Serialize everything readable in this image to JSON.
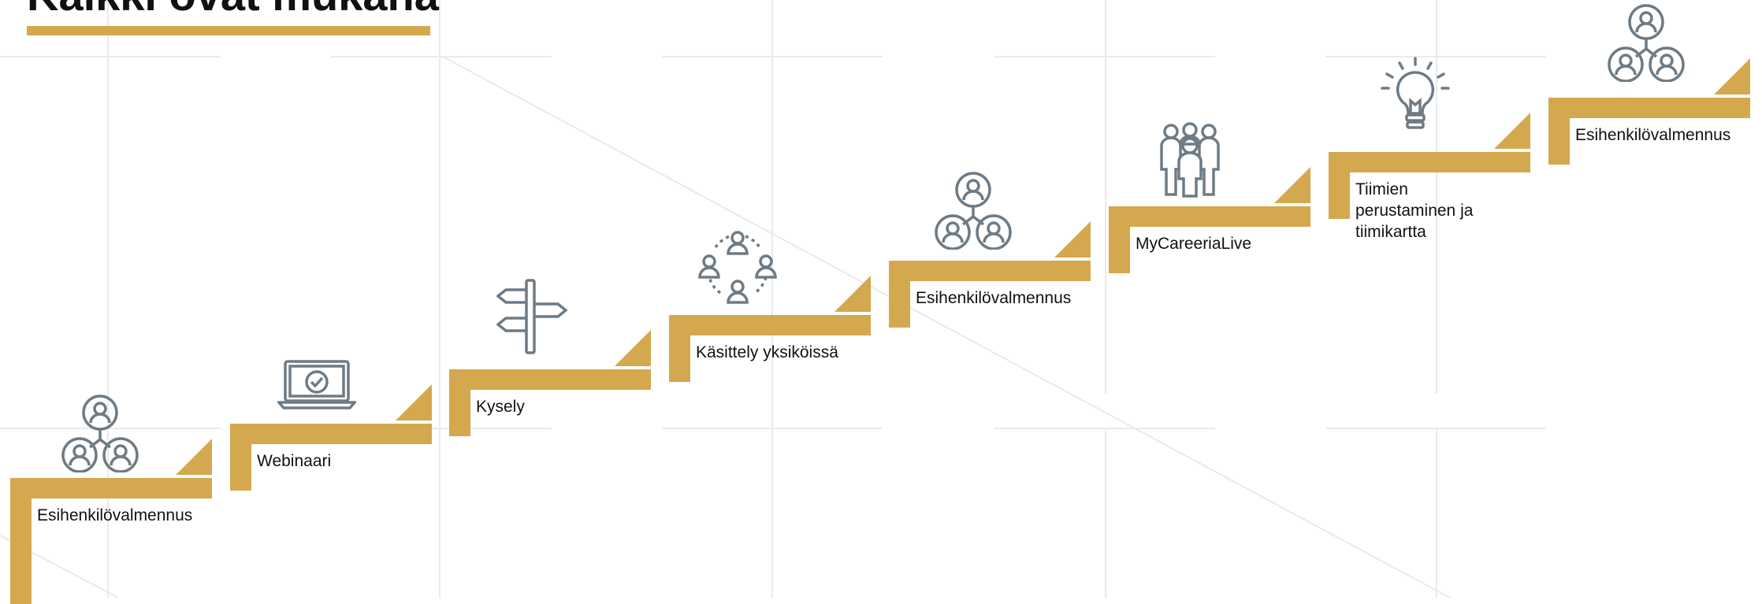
{
  "title": "Kaikki ovat mukana",
  "colors": {
    "accent": "#D4A84E",
    "icon": "#6E7B85",
    "grid": "#E9E9E9"
  },
  "steps": [
    {
      "label": "Esihenkilövalmennus",
      "icon": "people-network-icon"
    },
    {
      "label": "Webinaari",
      "icon": "laptop-check-icon"
    },
    {
      "label": "Kysely",
      "icon": "signpost-icon"
    },
    {
      "label": "Käsittely yksiköissä",
      "icon": "group-circle-icon"
    },
    {
      "label": "Esihenkilövalmennus",
      "icon": "people-network-icon"
    },
    {
      "label": "MyCareeriaLive",
      "icon": "crowd-icon"
    },
    {
      "label": "Tiimien perustaminen ja tiimikartta",
      "icon": "lightbulb-icon"
    },
    {
      "label": "Esihenkilövalmennus",
      "icon": "people-network-icon"
    }
  ]
}
